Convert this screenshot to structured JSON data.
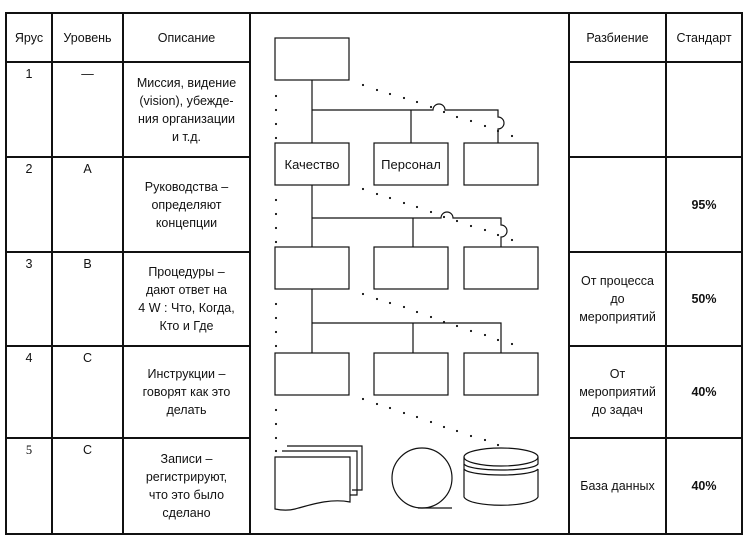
{
  "table": {
    "headers": {
      "tier": "Ярус",
      "level": "Уровень",
      "description": "Описание",
      "breakdown": "Разбиение",
      "standard": "Стандарт"
    },
    "rows": [
      {
        "tier": "1",
        "level": "—",
        "description": "Миссия, видение\n(vision), убежде-\nния организации\nи т.д.",
        "breakdown": "",
        "standard": ""
      },
      {
        "tier": "2",
        "level": "A",
        "description": "Руководства –\nопределяют\nконцепции",
        "breakdown": "",
        "standard": "95%"
      },
      {
        "tier": "3",
        "level": "B",
        "description": "Процедуры –\nдают ответ на\n4 W : Что, Когда,\nКто и Где",
        "breakdown": "От процесса\nдо\nмероприятий",
        "standard": "50%"
      },
      {
        "tier": "4",
        "level": "C",
        "description": "Инструкции –\nговорят как это\nделать",
        "breakdown": "От\nмероприятий\nдо задач",
        "standard": "40%"
      },
      {
        "tier": "5",
        "level": "C",
        "description": "Записи –\nрегистрируют,\nчто это было\nсделано",
        "breakdown": "База данных",
        "standard": "40%"
      }
    ]
  },
  "diagram": {
    "level2_boxes": [
      "Качество",
      "Персонал",
      ""
    ],
    "level3_boxes": [
      "",
      "",
      ""
    ],
    "level4_boxes": [
      "",
      "",
      ""
    ],
    "records_shapes": [
      "documents-stack-icon",
      "circle-icon",
      "database-cylinder-icon"
    ]
  }
}
